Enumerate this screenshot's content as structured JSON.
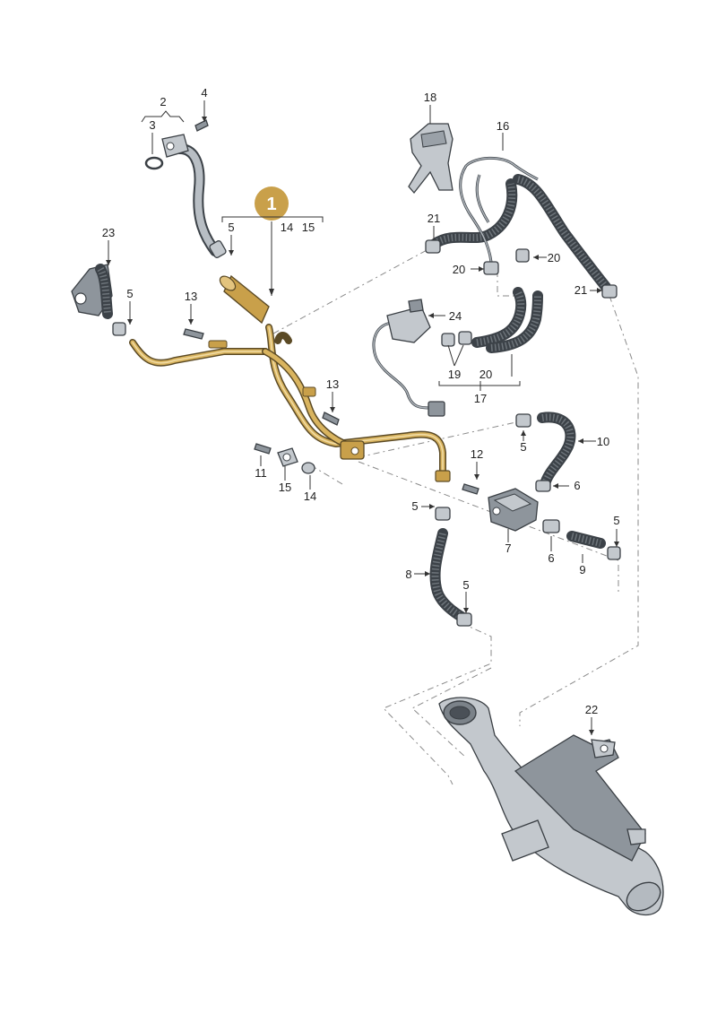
{
  "diagram": {
    "highlight_color": "#c9a04a",
    "main_part": {
      "number": "1"
    },
    "labels": {
      "p2": "2",
      "p3": "3",
      "p4": "4",
      "p5a": "5",
      "p5b": "5",
      "p5c": "5",
      "p5d": "5",
      "p5e": "5",
      "p5f": "5",
      "p6a": "6",
      "p6b": "6",
      "p7": "7",
      "p8": "8",
      "p9": "9",
      "p10": "10",
      "p11": "11",
      "p12": "12",
      "p13a": "13",
      "p13b": "13",
      "p14a": "14",
      "p14b": "14",
      "p15a": "15",
      "p15b": "15",
      "p16": "16",
      "p17": "17",
      "p18": "18",
      "p19": "19",
      "p20a": "20",
      "p20b": "20",
      "p20c": "20",
      "p21a": "21",
      "p21b": "21",
      "p22": "22",
      "p23": "23",
      "p24": "24"
    }
  }
}
